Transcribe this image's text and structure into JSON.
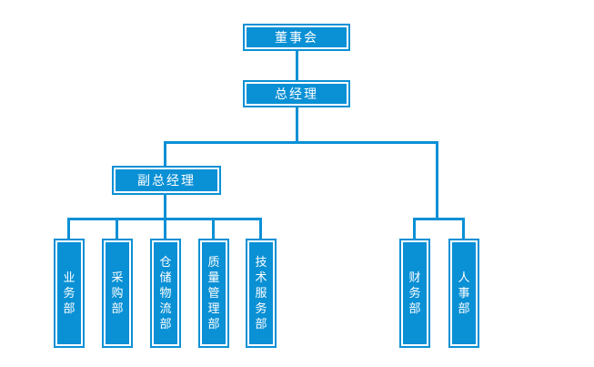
{
  "diagram": {
    "kind": "organization-chart",
    "colors": {
      "node_fill": "#0a90d5",
      "node_border_outer": "#0a90d5",
      "node_border_inner": "#ffffff",
      "node_text": "#ffffff",
      "connector": "#0a90d5",
      "background": "#ffffff"
    }
  },
  "org": {
    "root": {
      "label": "董事会",
      "children": [
        {
          "label": "总经理",
          "children": [
            {
              "label": "副总经理",
              "children": [
                {
                  "label": "业务部"
                },
                {
                  "label": "采购部"
                },
                {
                  "label": "仓储物流部"
                },
                {
                  "label": "质量管理部"
                },
                {
                  "label": "技术服务部"
                }
              ]
            },
            {
              "label": "财务部"
            },
            {
              "label": "人事部"
            }
          ]
        }
      ]
    }
  }
}
